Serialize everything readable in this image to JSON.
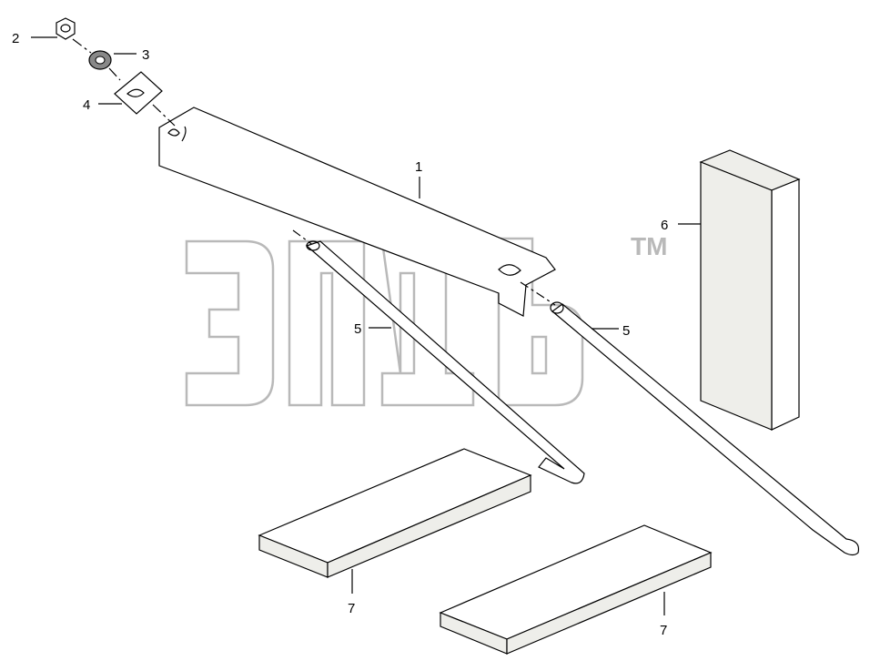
{
  "watermark": {
    "tm": "TM"
  },
  "callouts": [
    {
      "id": "part-1",
      "label": "1"
    },
    {
      "id": "part-2",
      "label": "2"
    },
    {
      "id": "part-3",
      "label": "3"
    },
    {
      "id": "part-4",
      "label": "4"
    },
    {
      "id": "part-5a",
      "label": "5"
    },
    {
      "id": "part-5b",
      "label": "5"
    },
    {
      "id": "part-6",
      "label": "6"
    },
    {
      "id": "part-7a",
      "label": "7"
    },
    {
      "id": "part-7b",
      "label": "7"
    }
  ]
}
